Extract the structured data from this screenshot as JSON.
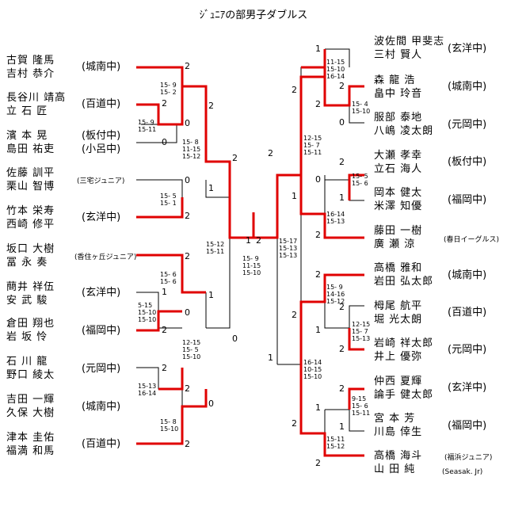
{
  "title": "ｼﾞｭﾆｱの部男子ダブルス",
  "left_pairs": [
    {
      "p1": "古賀 隆馬",
      "p2": "吉村 恭介",
      "team": "(城南中)"
    },
    {
      "p1": "長谷川 靖高",
      "p2": "立 石 匠",
      "team": "(百道中)"
    },
    {
      "p1": "濱 本 晃",
      "p2": "島田 祐吏",
      "team": "(板付中)",
      "team2": "(小呂中)"
    },
    {
      "p1": "佐藤 訓平",
      "p2": "栗山 智博",
      "team": "(三宅ジュニア)"
    },
    {
      "p1": "竹本 栄寿",
      "p2": "西崎 修平",
      "team": "(玄洋中)"
    },
    {
      "p1": "坂口 大樹",
      "p2": "冨 永 奏",
      "team": "(香住ヶ丘ジュニア)"
    },
    {
      "p1": "蔄井 祥伍",
      "p2": "安 武 駿",
      "team": "(玄洋中)"
    },
    {
      "p1": "倉田 翔也",
      "p2": "岩 坂 怜",
      "team": "(福岡中)"
    },
    {
      "p1": "石 川 龍",
      "p2": "野口 綾太",
      "team": "(元岡中)"
    },
    {
      "p1": "吉田 一輝",
      "p2": "久保 大樹",
      "team": "(城南中)"
    },
    {
      "p1": "津本 圭佑",
      "p2": "福満 和馬",
      "team": "(百道中)"
    }
  ],
  "right_pairs": [
    {
      "p1": "波佐間 甲斐志",
      "p2": "三村 賢人",
      "team": "(玄洋中)"
    },
    {
      "p1": "森 龍 浩",
      "p2": "畠中 玲音",
      "team": "(城南中)"
    },
    {
      "p1": "服部 泰地",
      "p2": "八嶋 凌太朗",
      "team": "(元岡中)"
    },
    {
      "p1": "大瀬 孝幸",
      "p2": "立石 海人",
      "team": "(板付中)"
    },
    {
      "p1": "岡本 健太",
      "p2": "米澤 知優",
      "team": "(福岡中)"
    },
    {
      "p1": "藤田 一樹",
      "p2": "廣 瀬 涼",
      "team": "(春日イーグルス)"
    },
    {
      "p1": "高橋 雅和",
      "p2": "岩田 弘太郎",
      "team": "(城南中)"
    },
    {
      "p1": "栂尾 航平",
      "p2": "堀 光太朗",
      "team": "(百道中)"
    },
    {
      "p1": "岩崎 祥太郎",
      "p2": "井上 優弥",
      "team": "(元岡中)"
    },
    {
      "p1": "仲西 夏輝",
      "p2": "論手 健太郎",
      "team": "(玄洋中)"
    },
    {
      "p1": "宮 本 芳",
      "p2": "川島 倖生",
      "team": "(福岡中)"
    },
    {
      "p1": "高橋 海斗",
      "p2": "山 田 純",
      "team": "(福浜ジュニア)",
      "team2": "(Seasak. Jr)"
    }
  ],
  "scores": [
    {
      "v": "2"
    },
    {
      "v": "2"
    },
    {
      "v": "0"
    },
    {
      "v": "2"
    },
    {
      "v": "0"
    },
    {
      "v": "2"
    },
    {
      "v": "0"
    },
    {
      "v": "1"
    },
    {
      "v": "2"
    },
    {
      "v": "2"
    },
    {
      "v": "1"
    },
    {
      "v": "0"
    },
    {
      "v": "2"
    },
    {
      "v": "1"
    },
    {
      "v": "0"
    },
    {
      "v": "2"
    },
    {
      "v": "2"
    },
    {
      "v": "2"
    },
    {
      "v": "0"
    },
    {
      "v": "1"
    },
    {
      "v": "2"
    },
    {
      "v": "2"
    },
    {
      "v": "1"
    },
    {
      "v": "2"
    },
    {
      "v": "2"
    },
    {
      "v": "0"
    },
    {
      "v": "2"
    },
    {
      "v": "1"
    },
    {
      "v": "2"
    },
    {
      "v": "2"
    },
    {
      "v": "2"
    },
    {
      "v": "1"
    },
    {
      "v": "2"
    },
    {
      "v": "1"
    },
    {
      "v": "2"
    },
    {
      "v": "0"
    },
    {
      "v": "1"
    },
    {
      "v": "2"
    },
    {
      "v": "1"
    },
    {
      "v": "2"
    },
    {
      "v": "2"
    },
    {
      "v": "1"
    },
    {
      "v": "2"
    }
  ],
  "setscores": [
    {
      "t": "15- 9\n15- 2"
    },
    {
      "t": "15- 9\n15-11"
    },
    {
      "t": "15- 8\n11-15\n15-12"
    },
    {
      "t": "15- 5\n15- 1"
    },
    {
      "t": "15- 6\n15- 6"
    },
    {
      "t": "5-15\n15-10\n15-10"
    },
    {
      "t": "12-15\n15- 5\n15-10"
    },
    {
      "t": "15-13\n16-14"
    },
    {
      "t": "15- 8\n15-10"
    },
    {
      "t": "15-12\n15-11"
    },
    {
      "t": "15- 9\n11-15\n15-10"
    },
    {
      "t": "15-17\n15-13\n15-13"
    },
    {
      "t": "11-15\n15-10\n16-14"
    },
    {
      "t": "15- 4\n15-10"
    },
    {
      "t": "12-15\n15- 7\n15-11"
    },
    {
      "t": "15- 5\n15- 6"
    },
    {
      "t": "16-14\n15-13"
    },
    {
      "t": "15- 9\n14-16\n15-12"
    },
    {
      "t": "12-15\n15- 7\n15-13"
    },
    {
      "t": "16-14\n10-15\n15-10"
    },
    {
      "t": "9-15\n15- 6\n15-11"
    },
    {
      "t": "15-11\n15-12"
    }
  ]
}
